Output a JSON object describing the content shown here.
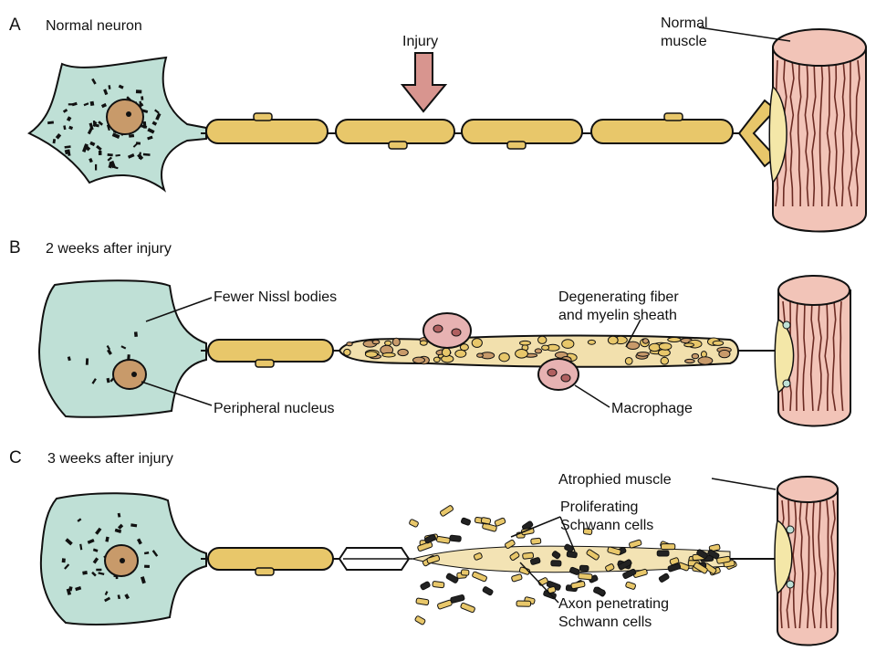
{
  "panels": [
    {
      "letter": "A",
      "title": "Normal neuron"
    },
    {
      "letter": "B",
      "title": "2 weeks after injury"
    },
    {
      "letter": "C",
      "title": "3 weeks after injury"
    }
  ],
  "labels": {
    "injury": "Injury",
    "normal_muscle_1": "Normal",
    "normal_muscle_2": "muscle",
    "fewer_nissl": "Fewer Nissl bodies",
    "peripheral_nucleus": "Peripheral nucleus",
    "degenerating_1": "Degenerating fiber",
    "degenerating_2": "and myelin sheath",
    "macrophage": "Macrophage",
    "atrophied_muscle": "Atrophied muscle",
    "proliferating_1": "Proliferating",
    "proliferating_2": "Schwann cells",
    "axon_penetrating_1": "Axon penetrating",
    "axon_penetrating_2": "Schwann cells"
  },
  "colors": {
    "cell_body": "#bfe0d6",
    "nucleus": "#c89a6a",
    "myelin": "#e8c76a",
    "muscle": "#f2c4b8",
    "muscle_stripe": "#6b2a22",
    "endplate": "#f4e7a8",
    "macrophage": "#e7b2b2",
    "arrow": "#d8958f",
    "outline": "#111111"
  }
}
